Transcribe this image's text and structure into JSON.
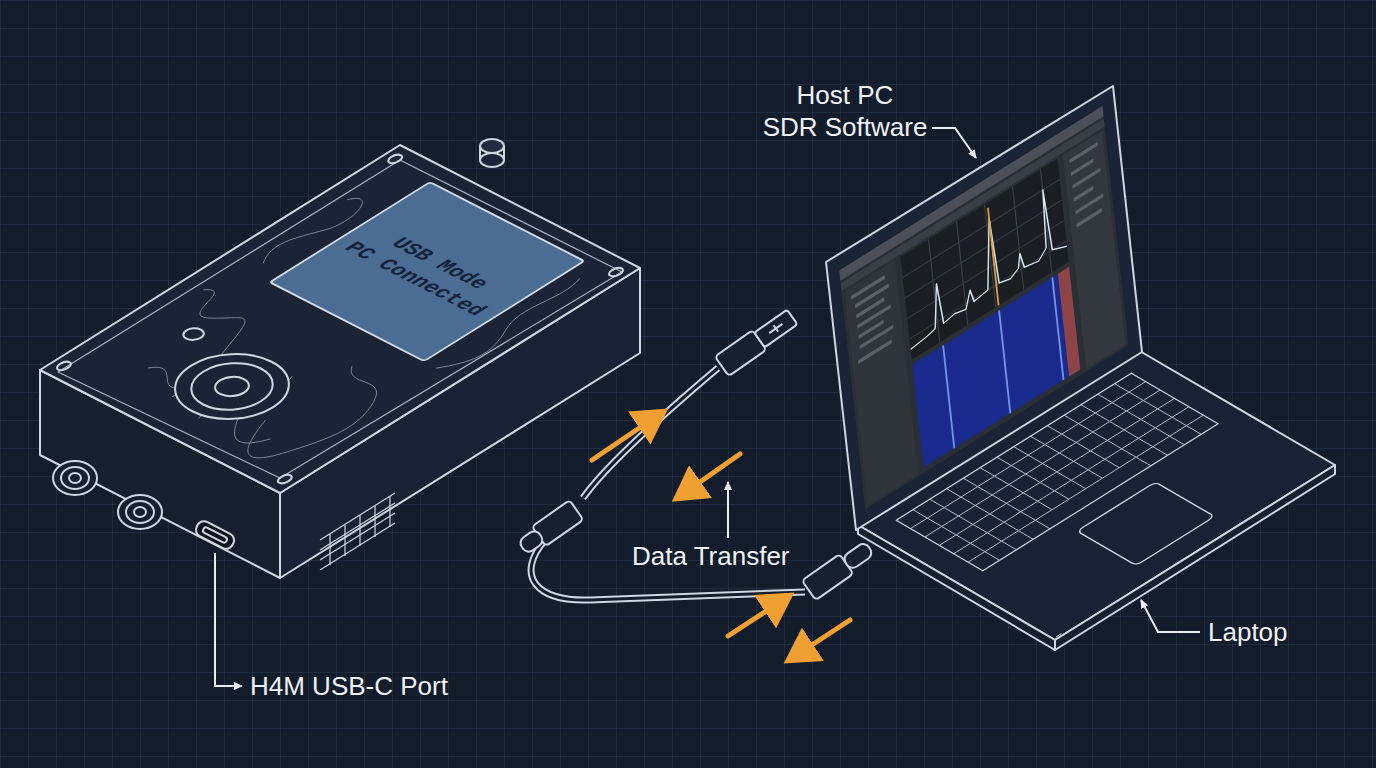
{
  "diagram": {
    "nodes": [
      {
        "text": [
          "USB Mode",
          "PC Connected"
        ]
      }
    ],
    "labels": [
      "Host PC",
      "SDR Software",
      "Data Transfer",
      "H4M USB-C Port",
      "Laptop"
    ]
  }
}
